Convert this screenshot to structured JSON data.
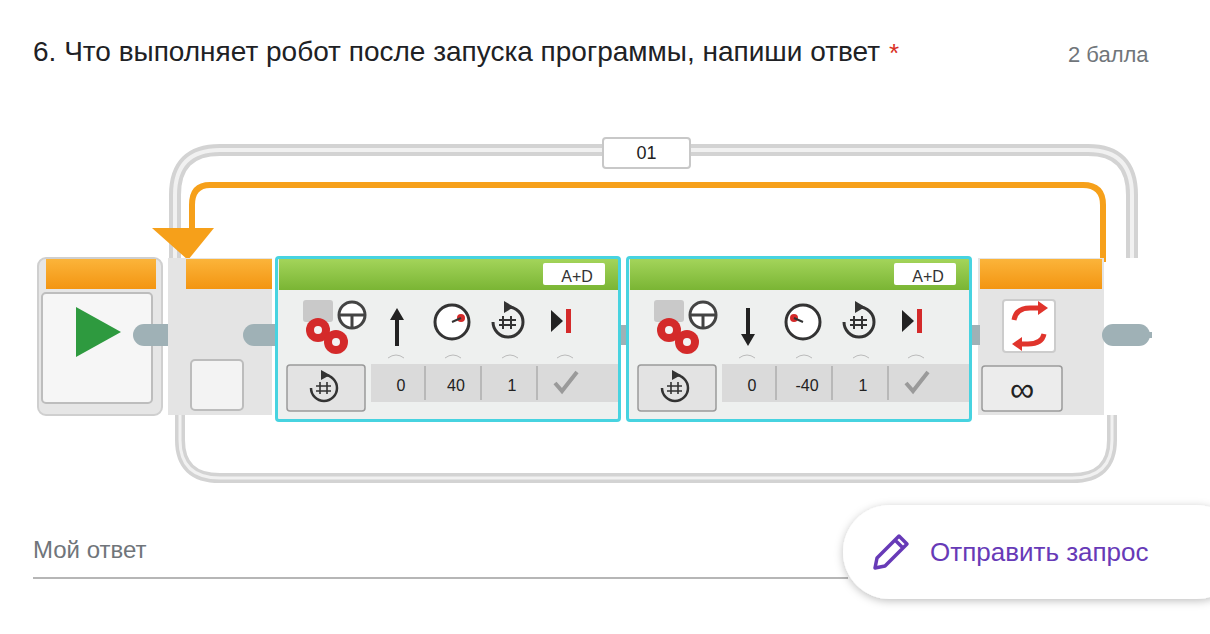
{
  "diagram": {
    "title": "6. Что выполняет робот после запуска программы, напиши ответ",
    "nodes": [
      {
        "text": [
          "01"
        ]
      },
      {
        "text": [
          "A+D",
          "0",
          "40",
          "1"
        ],
        "in": 0
      },
      {
        "text": [
          "A+D",
          "0",
          "-40",
          "1"
        ],
        "in": 0
      },
      {
        "text": [
          "∞"
        ],
        "in": 0
      },
      {
        "text": [
          "Отправить запрос"
        ]
      }
    ],
    "edges": [
      {
        "from": 1,
        "to": 2,
        "arrow": "none"
      },
      {
        "from": 2,
        "to": 3,
        "arrow": "none"
      }
    ],
    "labels": [
      "*",
      "2 балла",
      "Мой ответ"
    ]
  }
}
